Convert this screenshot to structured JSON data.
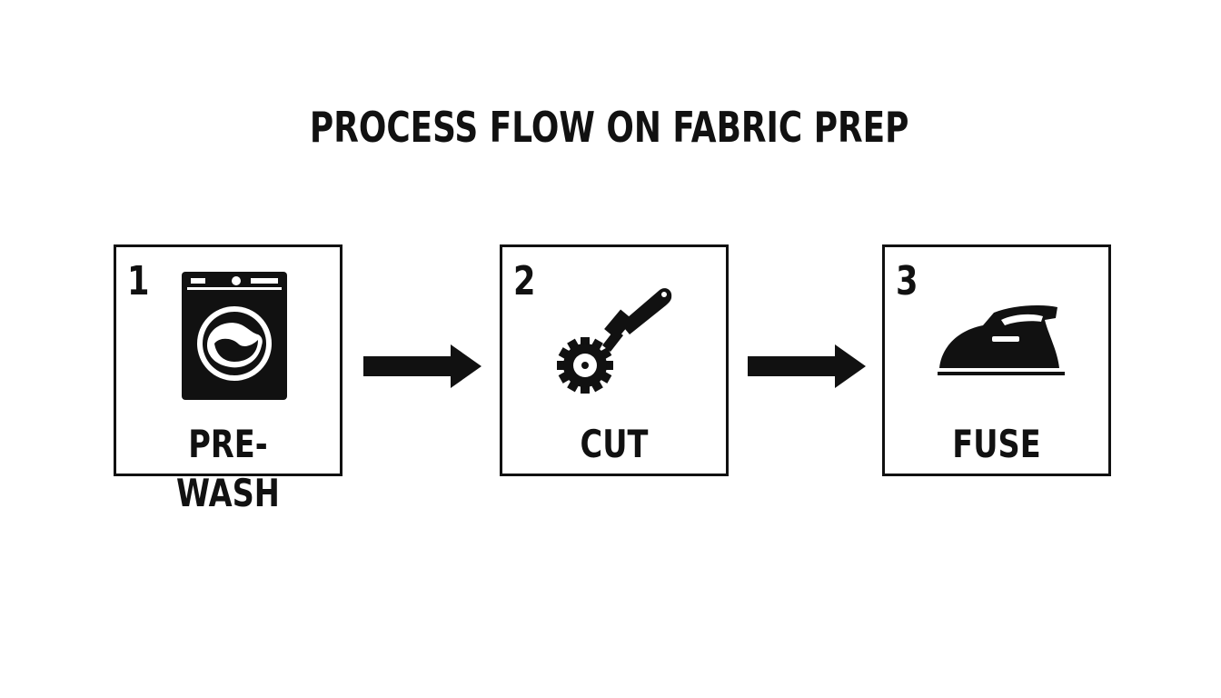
{
  "title": "PROCESS FLOW ON FABRIC PREP",
  "steps": [
    {
      "number": "1",
      "label": "PRE-WASH",
      "icon": "washing-machine-icon"
    },
    {
      "number": "2",
      "label": "CUT",
      "icon": "rotary-cutter-icon"
    },
    {
      "number": "3",
      "label": "FUSE",
      "icon": "iron-icon"
    }
  ],
  "colors": {
    "ink": "#111111",
    "background": "#ffffff"
  }
}
